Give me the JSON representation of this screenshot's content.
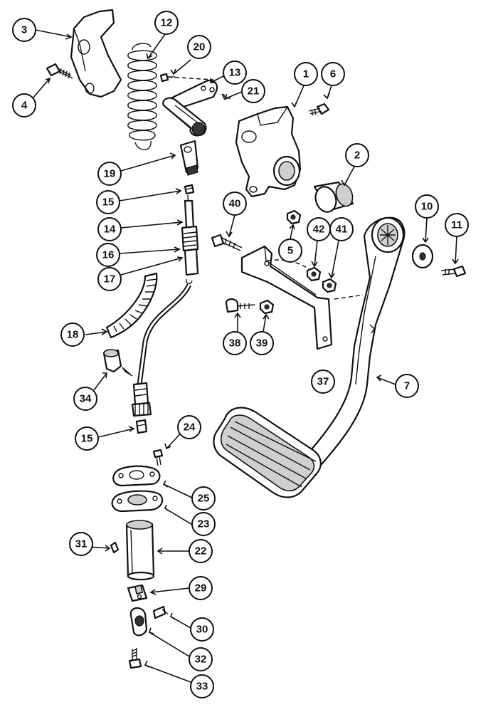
{
  "callouts": [
    {
      "id": "c1",
      "label": "1"
    },
    {
      "id": "c2",
      "label": "2"
    },
    {
      "id": "c3",
      "label": "3"
    },
    {
      "id": "c4",
      "label": "4"
    },
    {
      "id": "c5",
      "label": "5"
    },
    {
      "id": "c6",
      "label": "6"
    },
    {
      "id": "c7",
      "label": "7"
    },
    {
      "id": "c10",
      "label": "10"
    },
    {
      "id": "c11",
      "label": "11"
    },
    {
      "id": "c12",
      "label": "12"
    },
    {
      "id": "c13",
      "label": "13"
    },
    {
      "id": "c14",
      "label": "14"
    },
    {
      "id": "c15a",
      "label": "15"
    },
    {
      "id": "c15b",
      "label": "15"
    },
    {
      "id": "c16",
      "label": "16"
    },
    {
      "id": "c17",
      "label": "17"
    },
    {
      "id": "c18",
      "label": "18"
    },
    {
      "id": "c19",
      "label": "19"
    },
    {
      "id": "c20",
      "label": "20"
    },
    {
      "id": "c21",
      "label": "21"
    },
    {
      "id": "c22",
      "label": "22"
    },
    {
      "id": "c23",
      "label": "23"
    },
    {
      "id": "c24",
      "label": "24"
    },
    {
      "id": "c25",
      "label": "25"
    },
    {
      "id": "c29",
      "label": "29"
    },
    {
      "id": "c30",
      "label": "30"
    },
    {
      "id": "c31",
      "label": "31"
    },
    {
      "id": "c32",
      "label": "32"
    },
    {
      "id": "c33",
      "label": "33"
    },
    {
      "id": "c34",
      "label": "34"
    },
    {
      "id": "c37",
      "label": "37"
    },
    {
      "id": "c38",
      "label": "38"
    },
    {
      "id": "c39",
      "label": "39"
    },
    {
      "id": "c40",
      "label": "40"
    },
    {
      "id": "c41",
      "label": "41"
    },
    {
      "id": "c42",
      "label": "42"
    }
  ]
}
